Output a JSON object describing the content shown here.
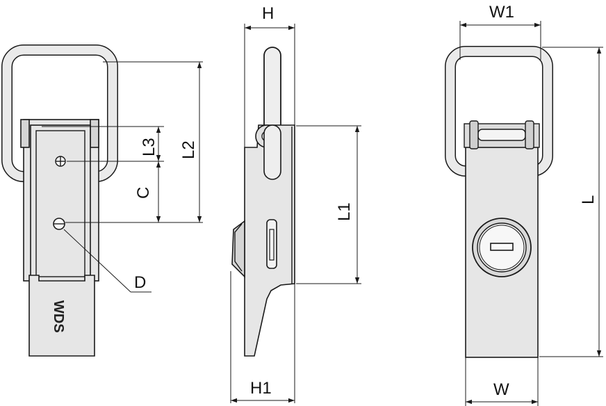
{
  "labels": {
    "h": "H",
    "h1": "H1",
    "w1": "W1",
    "w": "W",
    "l": "L",
    "l1": "L1",
    "l2": "L2",
    "l3": "L3",
    "c": "C",
    "d": "D",
    "brand": "WDS"
  }
}
